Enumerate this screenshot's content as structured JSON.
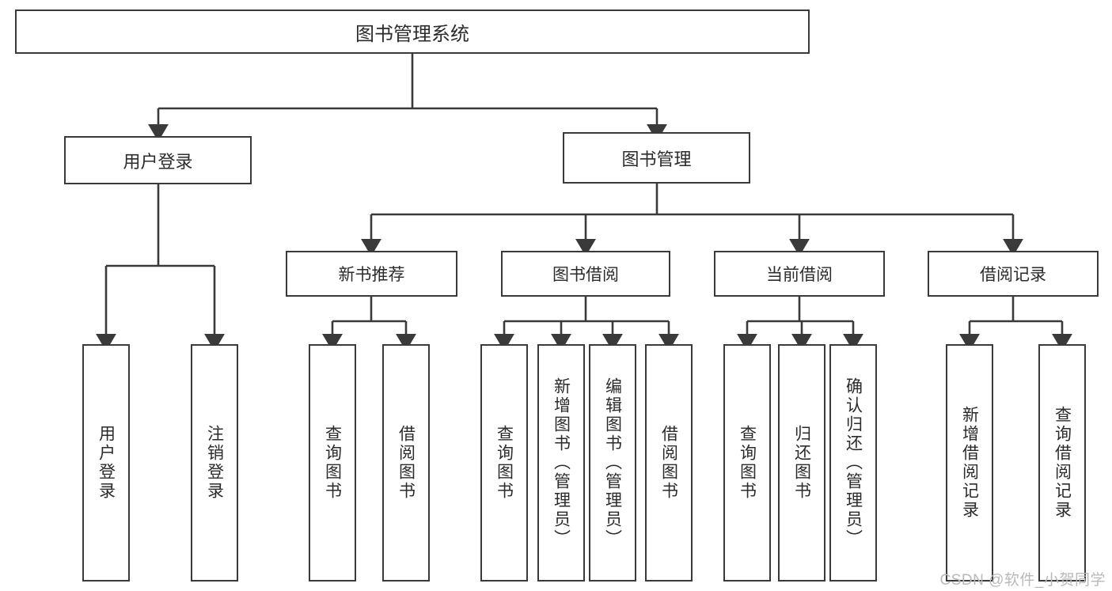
{
  "diagram": {
    "title": "图书管理系统",
    "type": "tree-hierarchy",
    "line_color": "#3a3a3a",
    "box_fill": "#ffffff",
    "text_color": "#2b2b2b",
    "watermark": "CSDN @软件_小贺同学",
    "root": {
      "label": "图书管理系统"
    },
    "level2": [
      {
        "label": "用户登录"
      },
      {
        "label": "图书管理"
      }
    ],
    "level3": [
      {
        "label": "新书推荐"
      },
      {
        "label": "图书借阅"
      },
      {
        "label": "当前借阅"
      },
      {
        "label": "借阅记录"
      }
    ],
    "leaves": [
      {
        "label": "用户登录"
      },
      {
        "label": "注销登录"
      },
      {
        "label": "查询图书"
      },
      {
        "label": "借阅图书"
      },
      {
        "label": "查询图书"
      },
      {
        "label": "新增图书（管理员）"
      },
      {
        "label": "编辑图书（管理员）"
      },
      {
        "label": "借阅图书"
      },
      {
        "label": "查询图书"
      },
      {
        "label": "归还图书"
      },
      {
        "label": "确认归还（管理员）"
      },
      {
        "label": "新增借阅记录"
      },
      {
        "label": "查询借阅记录"
      }
    ]
  }
}
